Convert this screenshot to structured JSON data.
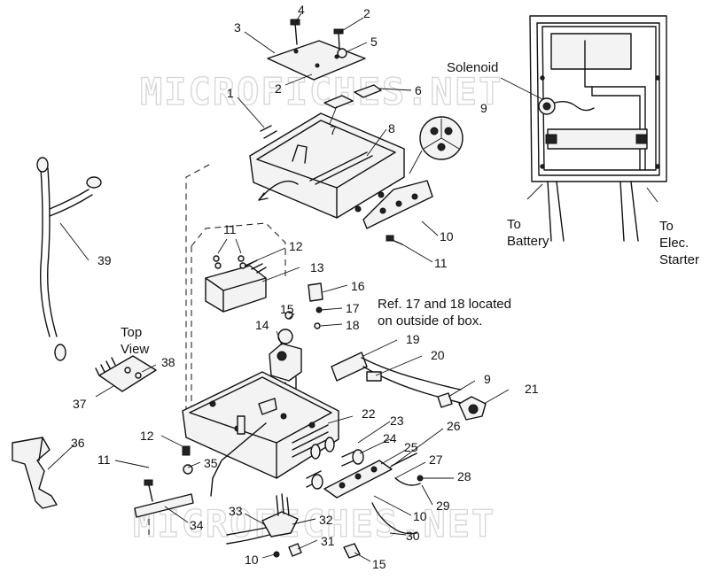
{
  "watermark": "MICROFICHES.NET",
  "callouts": [
    "1",
    "2",
    "3",
    "4",
    "5",
    "6",
    "7",
    "8",
    "9",
    "10",
    "11",
    "12",
    "13",
    "14",
    "15",
    "16",
    "17",
    "18",
    "19",
    "20",
    "21",
    "22",
    "23",
    "24",
    "25",
    "26",
    "27",
    "28",
    "29",
    "30",
    "31",
    "32",
    "33",
    "34",
    "35",
    "36",
    "37",
    "38",
    "39"
  ],
  "notes": {
    "solenoid": "Solenoid",
    "to_battery_1": "To",
    "to_battery_2": "Battery",
    "to_starter_1": "To",
    "to_starter_2": "Elec.",
    "to_starter_3": "Starter",
    "ref_line_1": "Ref. 17 and 18 located",
    "ref_line_2": "on outside of box.",
    "top_view_1": "Top",
    "top_view_2": "View"
  }
}
